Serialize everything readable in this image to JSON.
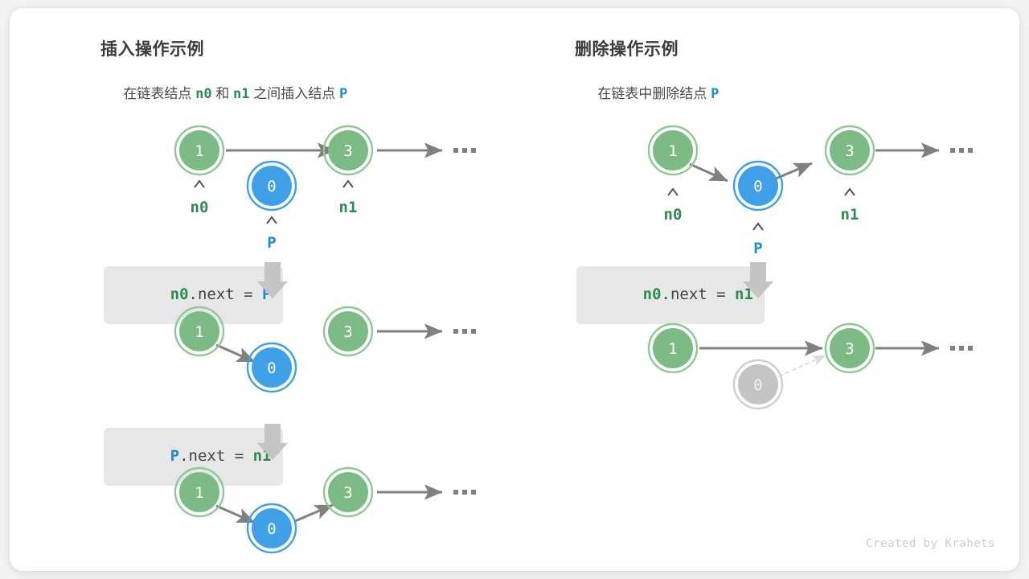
{
  "theme": {
    "page_bg": "#f2f2f2",
    "card_bg": "#ffffff",
    "node_green_fill": "#7dbb86",
    "node_green_ring": "#8fc894",
    "node_blue_fill": "#3fa0e8",
    "node_blue_ring": "#3fa0e8",
    "node_gray_fill": "#c4c4c4",
    "node_gray_ring": "#cccccc",
    "arrow_gray": "#808080",
    "arrow_gray_dashed": "#dddddd",
    "chip_bg": "#e7e7e7",
    "label_green": "#2e8b4f",
    "label_blue": "#1e8ad6",
    "title_color": "#3b3b3b",
    "credit_color": "#cdcdcd"
  },
  "left_panel": {
    "title": "插入操作示例",
    "subtitle_parts": [
      {
        "text": "在链表结点 ",
        "style": "plain"
      },
      {
        "text": "n0",
        "style": "green"
      },
      {
        "text": " 和 ",
        "style": "plain"
      },
      {
        "text": "n1",
        "style": "green"
      },
      {
        "text": " 之间插入结点 ",
        "style": "plain"
      },
      {
        "text": "P",
        "style": "blue"
      }
    ],
    "steps": [
      {
        "code_parts": [
          {
            "text": "n0",
            "style": "green"
          },
          {
            "text": ".next = ",
            "style": "plain"
          },
          {
            "text": "P",
            "style": "blue"
          }
        ]
      },
      {
        "code_parts": [
          {
            "text": "P",
            "style": "blue"
          },
          {
            "text": ".next = ",
            "style": "plain"
          },
          {
            "text": "n1",
            "style": "green"
          }
        ]
      }
    ],
    "rows": [
      {
        "name": "initial-state",
        "nodes": [
          {
            "value": "1",
            "color": "green",
            "pointer_caret": true,
            "pointer_label": "n0",
            "pointer_label_color": "green"
          },
          {
            "value": "0",
            "color": "blue",
            "pointer_caret": true,
            "pointer_label": "P",
            "pointer_label_color": "blue"
          },
          {
            "value": "3",
            "color": "green",
            "pointer_caret": true,
            "pointer_label": "n1",
            "pointer_label_color": "green"
          }
        ],
        "ellipsis": "•••"
      },
      {
        "name": "after-n0-next-equals-p",
        "nodes": [
          {
            "value": "1",
            "color": "green"
          },
          {
            "value": "0",
            "color": "blue"
          },
          {
            "value": "3",
            "color": "green"
          }
        ],
        "ellipsis": "•••"
      },
      {
        "name": "after-p-next-equals-n1",
        "nodes": [
          {
            "value": "1",
            "color": "green"
          },
          {
            "value": "0",
            "color": "blue"
          },
          {
            "value": "3",
            "color": "green"
          }
        ],
        "ellipsis": "•••"
      }
    ]
  },
  "right_panel": {
    "title": "删除操作示例",
    "subtitle_parts": [
      {
        "text": "在链表中删除结点 ",
        "style": "plain"
      },
      {
        "text": "P",
        "style": "blue"
      }
    ],
    "steps": [
      {
        "code_parts": [
          {
            "text": "n0",
            "style": "green"
          },
          {
            "text": ".next = ",
            "style": "plain"
          },
          {
            "text": "n1",
            "style": "green"
          }
        ]
      }
    ],
    "rows": [
      {
        "name": "initial-state",
        "nodes": [
          {
            "value": "1",
            "color": "green",
            "pointer_caret": true,
            "pointer_label": "n0",
            "pointer_label_color": "green"
          },
          {
            "value": "0",
            "color": "blue",
            "pointer_caret": true,
            "pointer_label": "P",
            "pointer_label_color": "blue"
          },
          {
            "value": "3",
            "color": "green",
            "pointer_caret": true,
            "pointer_label": "n1",
            "pointer_label_color": "green"
          }
        ],
        "ellipsis": "•••"
      },
      {
        "name": "after-deletion",
        "nodes": [
          {
            "value": "1",
            "color": "green"
          },
          {
            "value": "0",
            "color": "gray"
          },
          {
            "value": "3",
            "color": "green"
          }
        ],
        "ellipsis": "•••"
      }
    ]
  },
  "footer": {
    "credit": "Created by Krahets"
  }
}
